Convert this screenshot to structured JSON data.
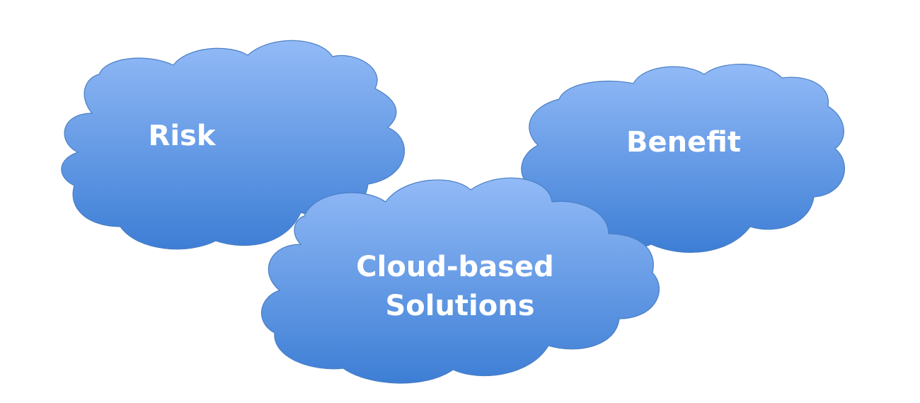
{
  "diagram": {
    "clouds": [
      {
        "id": "risk",
        "lines": [
          "Risk"
        ]
      },
      {
        "id": "benefit",
        "lines": [
          "Benefit"
        ]
      },
      {
        "id": "solutions",
        "lines": [
          "Cloud-based",
          "Solutions"
        ]
      }
    ]
  },
  "colors": {
    "cloud_top": "#92baf7",
    "cloud_bottom": "#3d7ed5",
    "cloud_outline": "#4a7fc4",
    "label": "#ffffff",
    "background": "#ffffff"
  }
}
